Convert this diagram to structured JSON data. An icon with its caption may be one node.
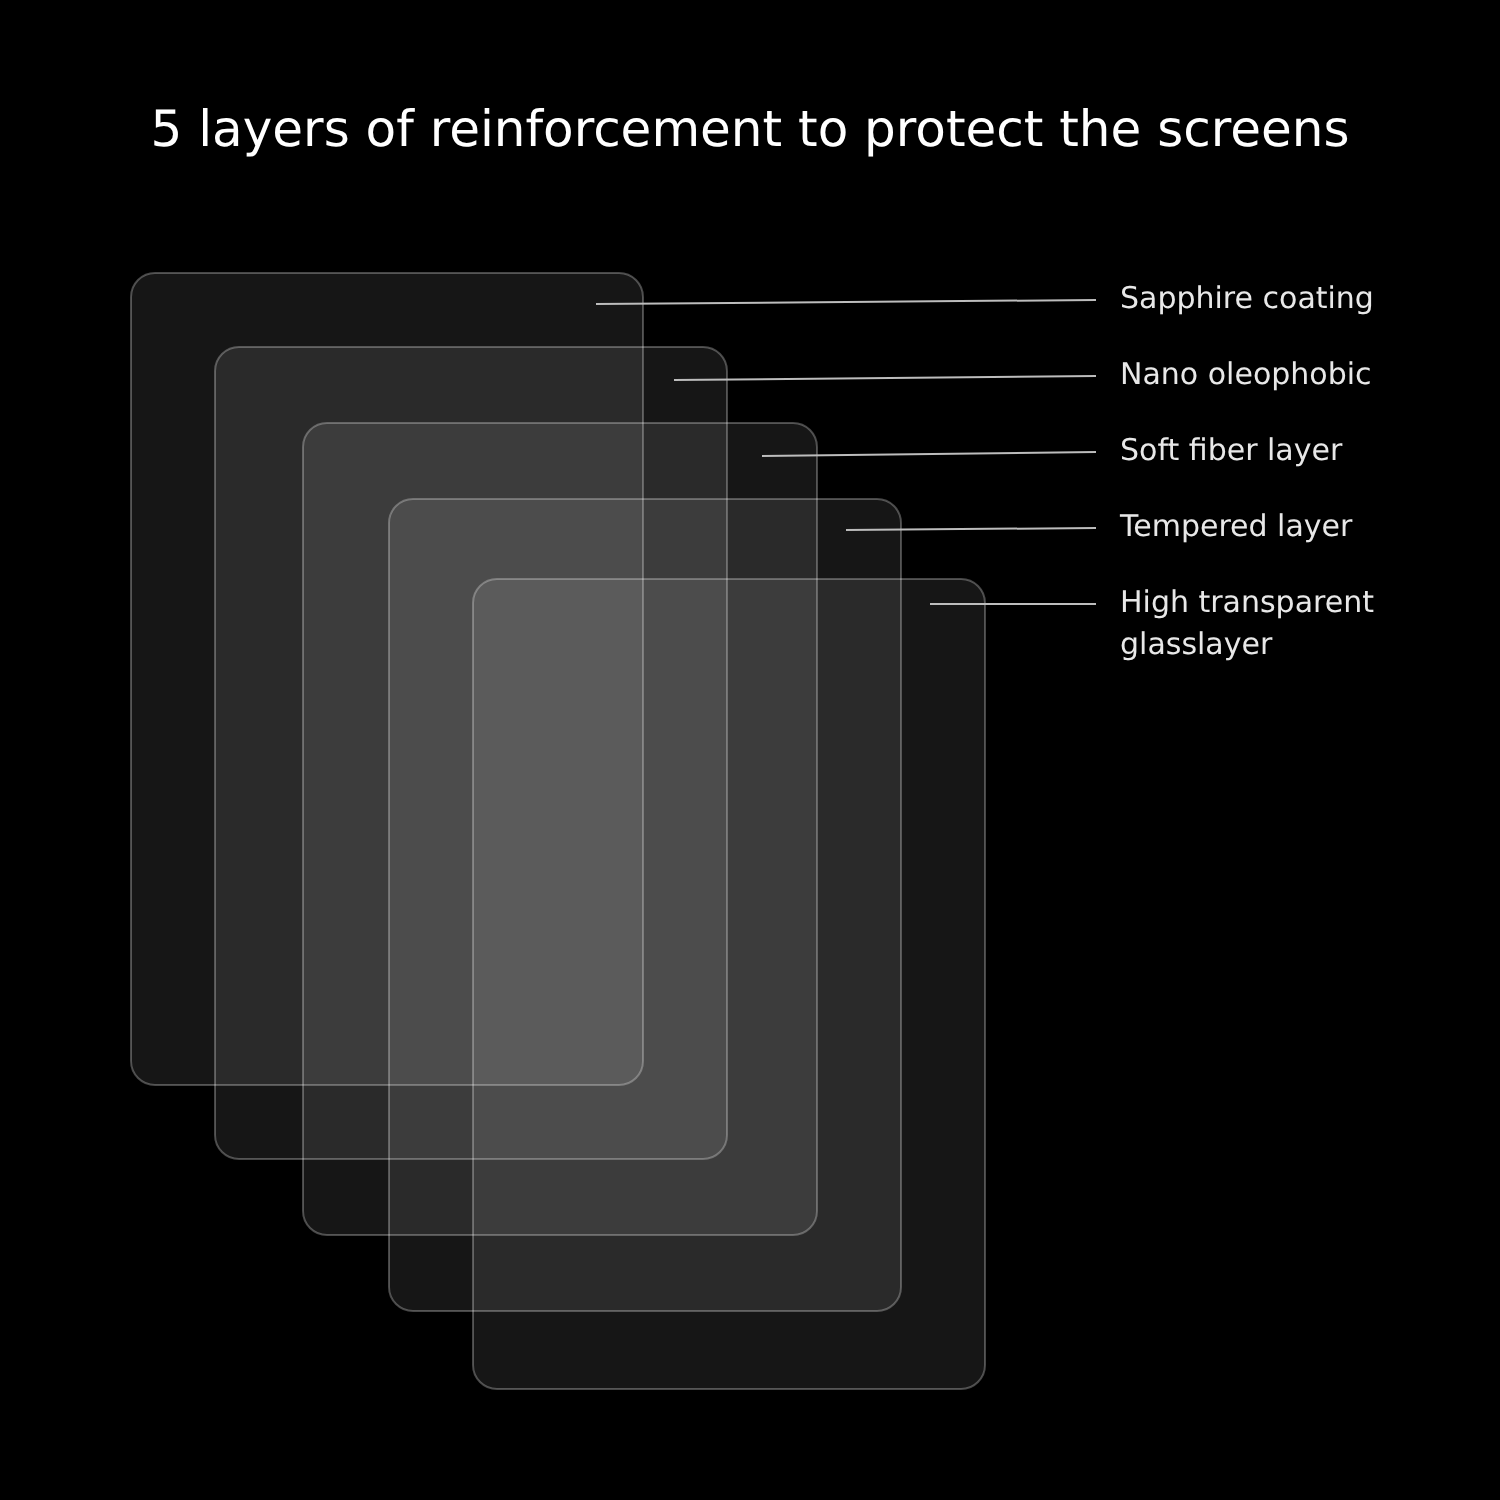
{
  "diagram": {
    "title": "5 layers of reinforcement to protect the screens",
    "nodes": [
      {
        "text": [],
        "shape": "box"
      },
      {
        "text": [],
        "shape": "box"
      },
      {
        "text": [],
        "shape": "box"
      },
      {
        "text": [],
        "shape": "box"
      },
      {
        "text": [],
        "shape": "box"
      },
      {
        "text": [
          "Sapphire coating"
        ]
      },
      {
        "text": [
          "Nano oleophobic"
        ]
      },
      {
        "text": [
          "Soft fiber layer"
        ]
      },
      {
        "text": [
          "Tempered layer"
        ]
      },
      {
        "text": [
          "High transparent glasslayer"
        ]
      }
    ],
    "edges": [
      {
        "from": 5,
        "to": 0,
        "arrow": "none"
      },
      {
        "from": 6,
        "to": 1,
        "arrow": "none"
      },
      {
        "from": 7,
        "to": 2,
        "arrow": "none"
      },
      {
        "from": 8,
        "to": 3,
        "arrow": "none"
      },
      {
        "from": 9,
        "to": 4,
        "arrow": "none"
      }
    ]
  }
}
